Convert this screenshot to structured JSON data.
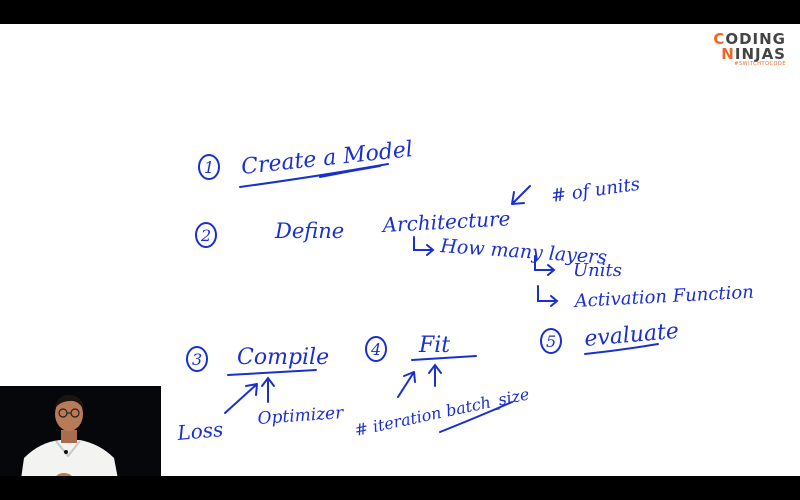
{
  "logo": {
    "line1_accent": "C",
    "line1_rest": "ODING",
    "line2_accent": "N",
    "line2_rest": "INJAS",
    "tagline": "#SWITCHTOCODE",
    "accent_color": "#f26522"
  },
  "whiteboard": {
    "ink_color": "#1a2fd0",
    "steps": [
      {
        "number": "1",
        "text": "Create a Model"
      },
      {
        "number": "2",
        "text": "Define"
      },
      {
        "number": "3",
        "text": "Compile"
      },
      {
        "number": "4",
        "text": "Fit"
      },
      {
        "number": "5",
        "text": "evaluate"
      }
    ],
    "architecture": "Architecture",
    "num_units": "# of units",
    "how_many_layers": "How many layers",
    "units": "Units",
    "activation_function": "Activation Function",
    "loss": "Loss",
    "optimizer": "Optimizer",
    "iteration_batch": "# iteration batch_size"
  },
  "webcam": {
    "label": "presenter-webcam"
  }
}
